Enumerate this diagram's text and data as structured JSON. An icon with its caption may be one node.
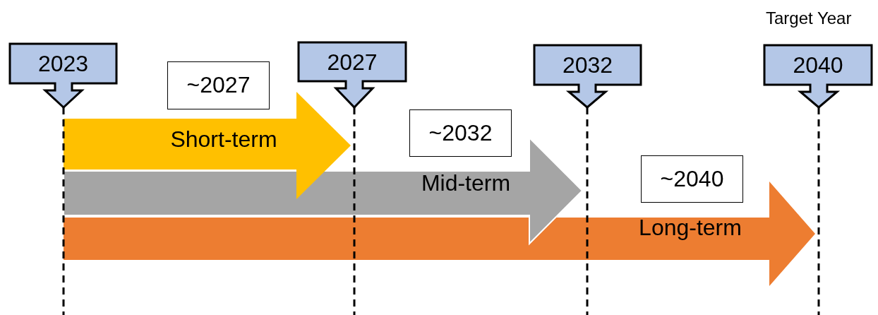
{
  "diagram": {
    "nodes": [
      {
        "text": [
          "2023"
        ]
      },
      {
        "text": [
          "2027"
        ]
      },
      {
        "text": [
          "2032"
        ]
      },
      {
        "text": [
          "2040"
        ],
        "beside": [
          "Target Year"
        ]
      },
      {
        "text": [
          "~2027"
        ]
      },
      {
        "text": [
          "Short-term"
        ]
      },
      {
        "text": [
          "~2032"
        ]
      },
      {
        "text": [
          "Mid-term"
        ]
      },
      {
        "text": [
          "~2040"
        ]
      },
      {
        "text": [
          "Long-term"
        ]
      }
    ],
    "edges": []
  }
}
